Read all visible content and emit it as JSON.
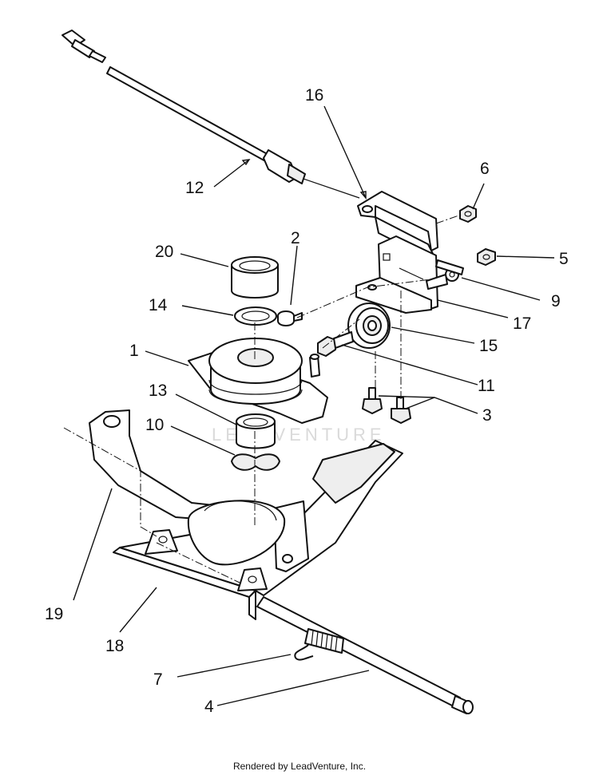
{
  "callouts": [
    {
      "label": "1"
    },
    {
      "label": "2"
    },
    {
      "label": "3"
    },
    {
      "label": "4"
    },
    {
      "label": "5"
    },
    {
      "label": "6"
    },
    {
      "label": "7"
    },
    {
      "label": "9"
    },
    {
      "label": "10"
    },
    {
      "label": "11"
    },
    {
      "label": "12"
    },
    {
      "label": "13"
    },
    {
      "label": "14"
    },
    {
      "label": "15"
    },
    {
      "label": "16"
    },
    {
      "label": "17"
    },
    {
      "label": "18"
    },
    {
      "label": "19"
    },
    {
      "label": "20"
    }
  ],
  "watermark": "LEADVENTURE",
  "footer": "Rendered by LeadVenture, Inc."
}
